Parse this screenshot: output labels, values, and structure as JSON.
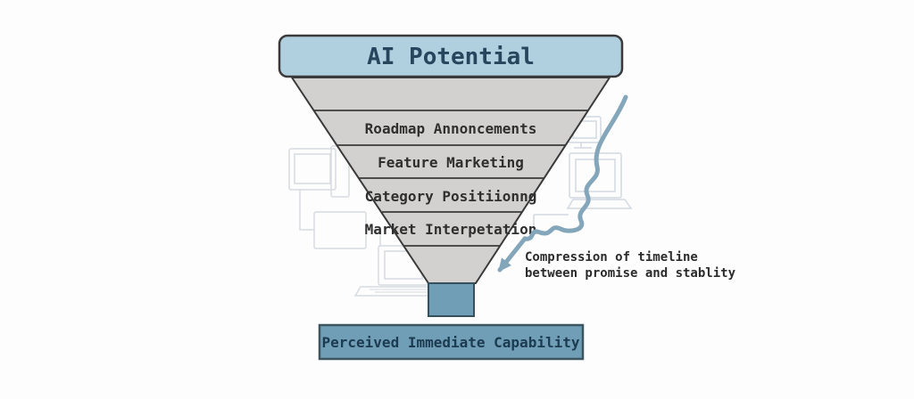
{
  "diagram": {
    "title": "AI Potential",
    "funnel_layers": [
      "Roadmap Annoncements",
      "Feature Marketing",
      "Category Positiionng",
      "Market Interpetation"
    ],
    "bottom_box": "Perceived Immediate Capability",
    "annotation": {
      "line1": "Compression of timeline",
      "line2": "between promise and stablity"
    },
    "colors": {
      "top_box_fill": "#b0cfdf",
      "funnel_fill": "#d3d1cf",
      "accent_blue": "#6f9eb6",
      "arrow_blue": "#84a6ba",
      "outline_dark": "#3a3a3a",
      "title_text": "#27455c",
      "layer_text": "#2f2f2f",
      "bottom_text": "#1c3b50",
      "note_text": "#2b2b2b",
      "sketch_gray": "#d7dce1"
    }
  }
}
